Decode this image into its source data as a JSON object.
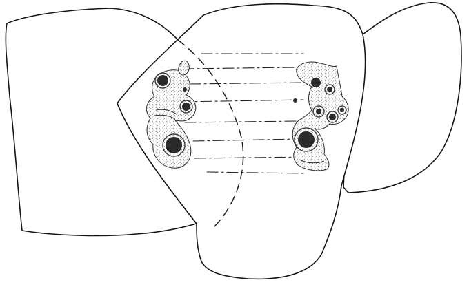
{
  "figure": {
    "background_color": "#ffffff",
    "line_color": "#141414",
    "stipple_color": "#555555",
    "panels": [
      {
        "name": "left-panel",
        "type": "outline"
      },
      {
        "name": "center-panel",
        "type": "outline"
      },
      {
        "name": "right-panel",
        "type": "outline"
      }
    ],
    "left_cluster": {
      "nodes": 5,
      "style": "stippled"
    },
    "right_cluster": {
      "nodes": 7,
      "style": "stippled"
    },
    "correspondence_lines": {
      "count": 8,
      "style": "dash-dot"
    },
    "hidden_edge": {
      "style": "dashed",
      "visible": true
    }
  }
}
